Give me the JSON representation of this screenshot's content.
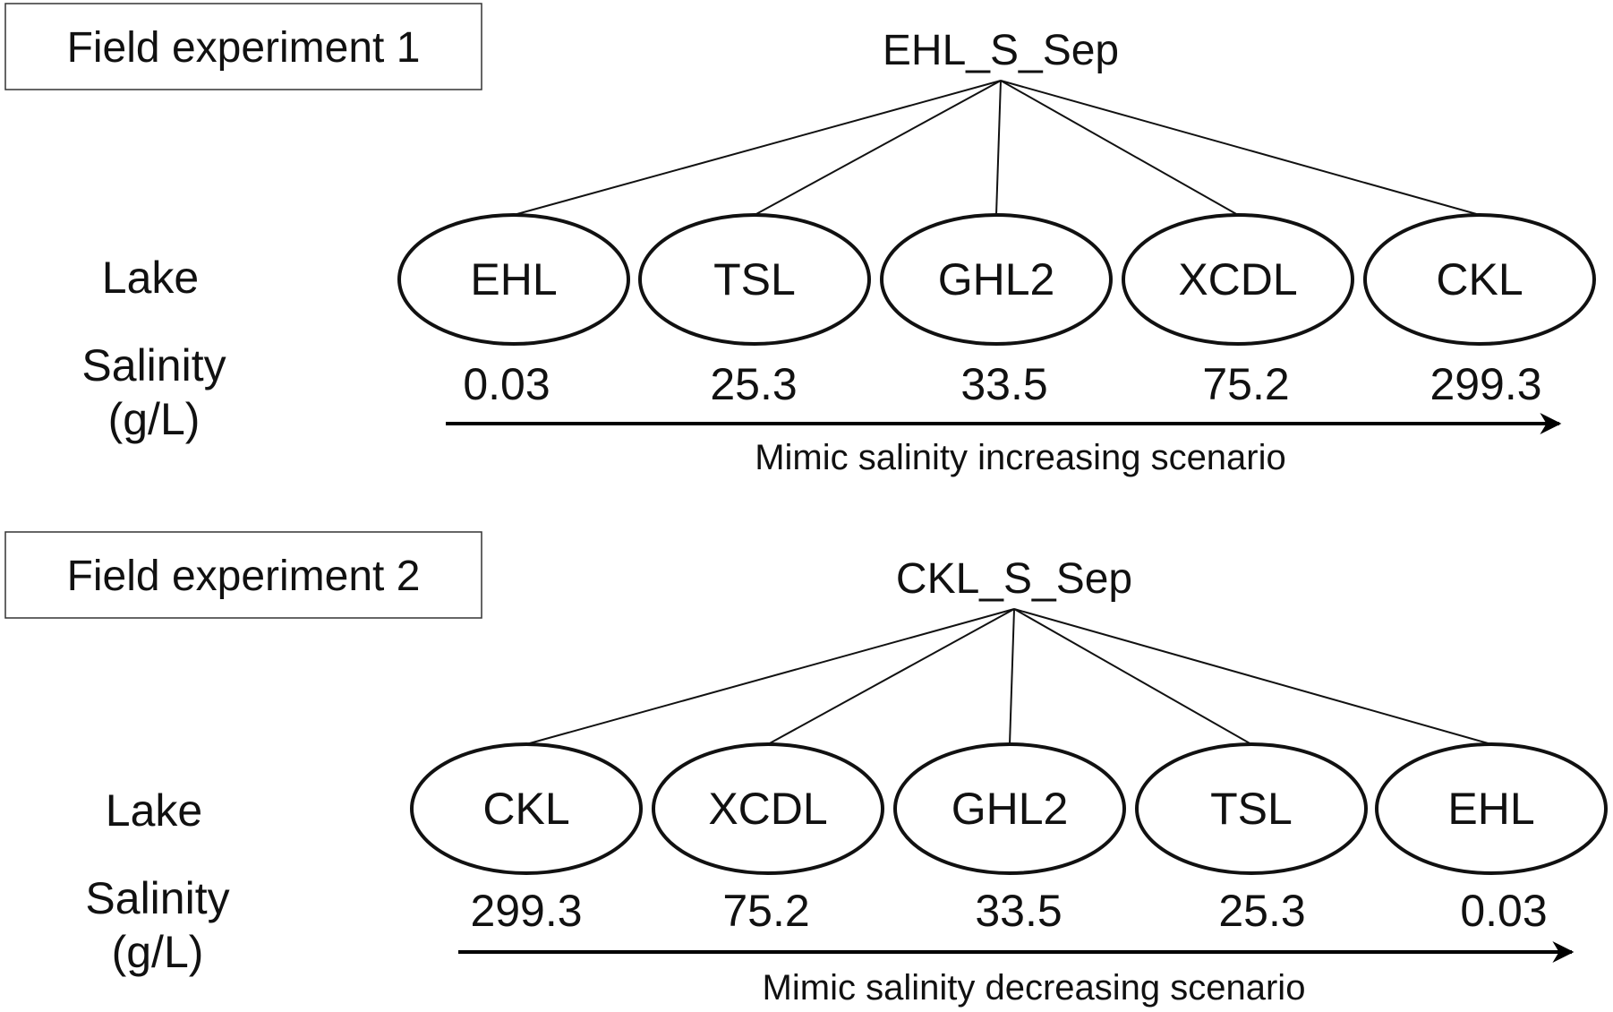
{
  "experiments": [
    {
      "label": "Field experiment 1",
      "source": "EHL_S_Sep",
      "row_label_lake": "Lake",
      "row_label_salinity_line1": "Salinity",
      "row_label_salinity_line2": "(g/L)",
      "lakes": [
        {
          "name": "EHL",
          "salinity": "0.03"
        },
        {
          "name": "TSL",
          "salinity": "25.3"
        },
        {
          "name": "GHL2",
          "salinity": "33.5"
        },
        {
          "name": "XCDL",
          "salinity": "75.2"
        },
        {
          "name": "CKL",
          "salinity": "299.3"
        }
      ],
      "scenario": "Mimic salinity increasing scenario"
    },
    {
      "label": "Field experiment 2",
      "source": "CKL_S_Sep",
      "row_label_lake": "Lake",
      "row_label_salinity_line1": "Salinity",
      "row_label_salinity_line2": "(g/L)",
      "lakes": [
        {
          "name": "CKL",
          "salinity": "299.3"
        },
        {
          "name": "XCDL",
          "salinity": "75.2"
        },
        {
          "name": "GHL2",
          "salinity": "33.5"
        },
        {
          "name": "TSL",
          "salinity": "25.3"
        },
        {
          "name": "EHL",
          "salinity": "0.03"
        }
      ],
      "scenario": "Mimic salinity decreasing scenario"
    }
  ]
}
